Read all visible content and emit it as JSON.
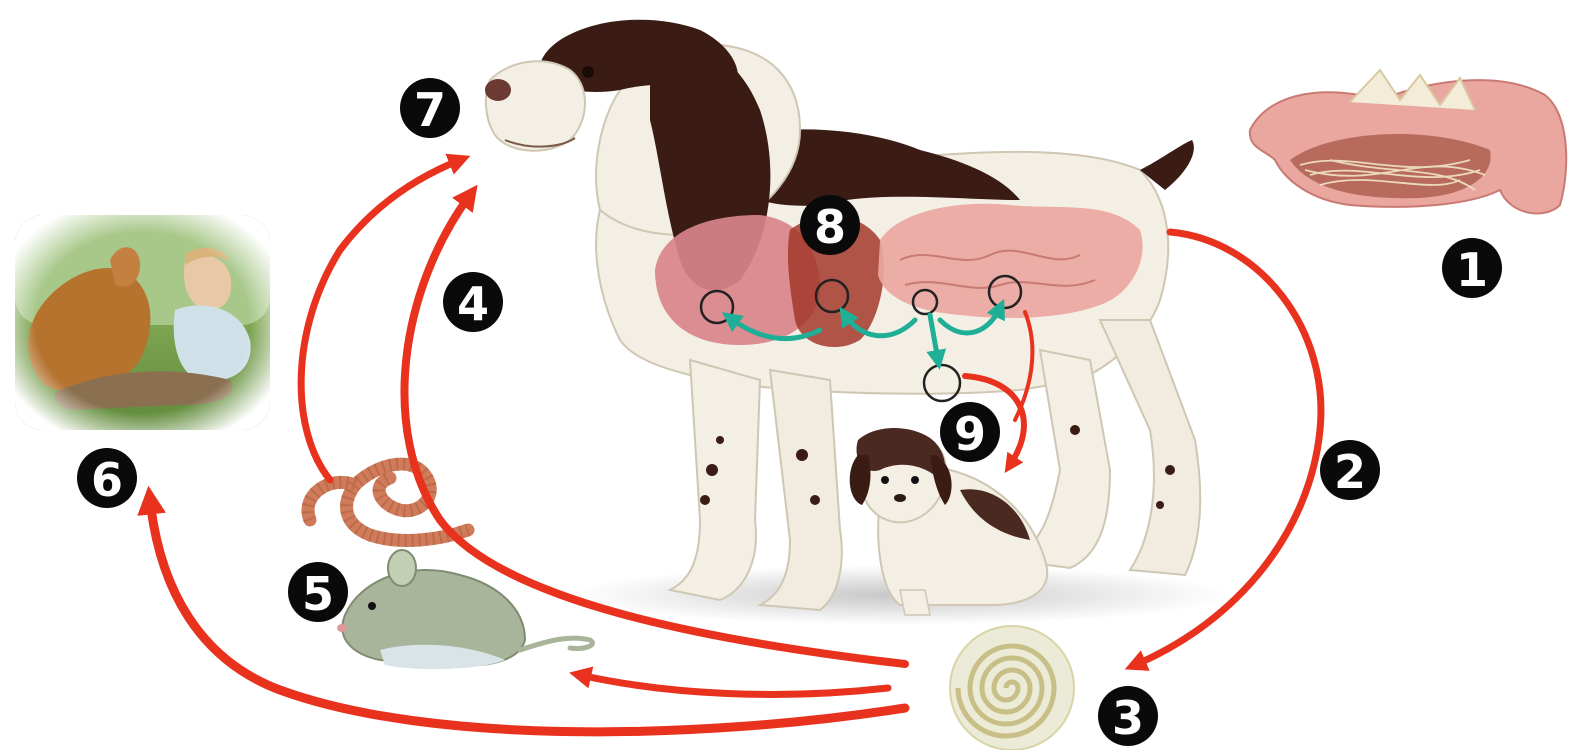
{
  "badges": [
    {
      "id": "1",
      "label": "1"
    },
    {
      "id": "2",
      "label": "2"
    },
    {
      "id": "3",
      "label": "3"
    },
    {
      "id": "4",
      "label": "4"
    },
    {
      "id": "5",
      "label": "5"
    },
    {
      "id": "6",
      "label": "6"
    },
    {
      "id": "7",
      "label": "7"
    },
    {
      "id": "8",
      "label": "8"
    },
    {
      "id": "9",
      "label": "9"
    }
  ],
  "colors": {
    "arrow": "#e8321e",
    "teal_arrow": "#1fae96",
    "badge": "#0a0a0a",
    "badge_text": "#ffffff",
    "dog_white": "#f4efe4",
    "dog_brown": "#3a1c14",
    "intestine": "#e9a7a0",
    "liver": "#d9848a",
    "worm": "#d07c5a",
    "mouse": "#a8b59a",
    "larva_coil": "#d9d3a6"
  },
  "illustrations": [
    {
      "name": "intestine-cross-section"
    },
    {
      "name": "adult-springer-spaniel"
    },
    {
      "name": "puppy"
    },
    {
      "name": "child-with-dog-photo"
    },
    {
      "name": "earthworm"
    },
    {
      "name": "mouse"
    },
    {
      "name": "coiled-larva"
    }
  ]
}
